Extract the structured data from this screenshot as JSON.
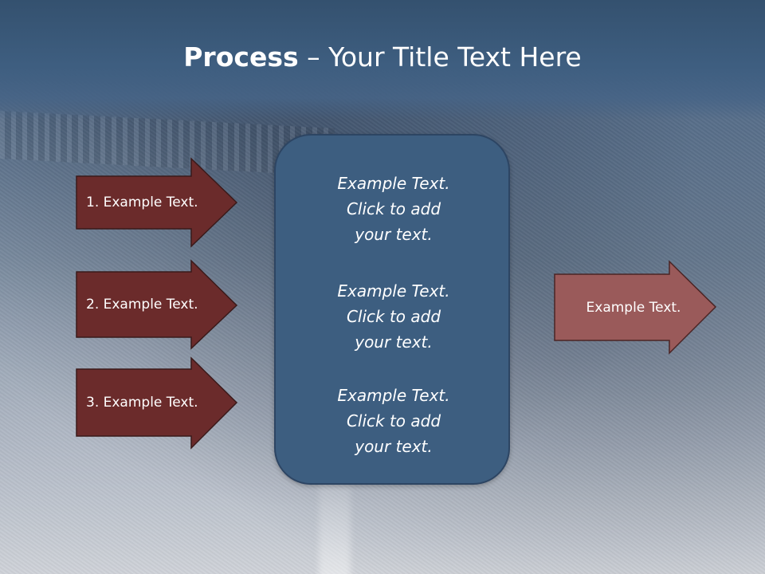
{
  "title": {
    "bold": "Process",
    "rest": " – Your Title Text Here"
  },
  "left_arrows": [
    {
      "label": "1. Example Text."
    },
    {
      "label": "2. Example Text."
    },
    {
      "label": "3. Example Text."
    }
  ],
  "center_box": {
    "blocks": [
      {
        "text": "Example Text.\nClick  to add\nyour text."
      },
      {
        "text": "Example Text.\nClick  to add\nyour text."
      },
      {
        "text": "Example Text.\nClick  to add\nyour text."
      }
    ]
  },
  "right_arrow": {
    "label": "Example Text."
  },
  "colors": {
    "header": "#3e5e80",
    "left_arrow_fill": "#6b2b2b",
    "right_arrow_fill": "#9a5a5a",
    "center_box_fill": "#3d5e80",
    "text": "#ffffff"
  }
}
